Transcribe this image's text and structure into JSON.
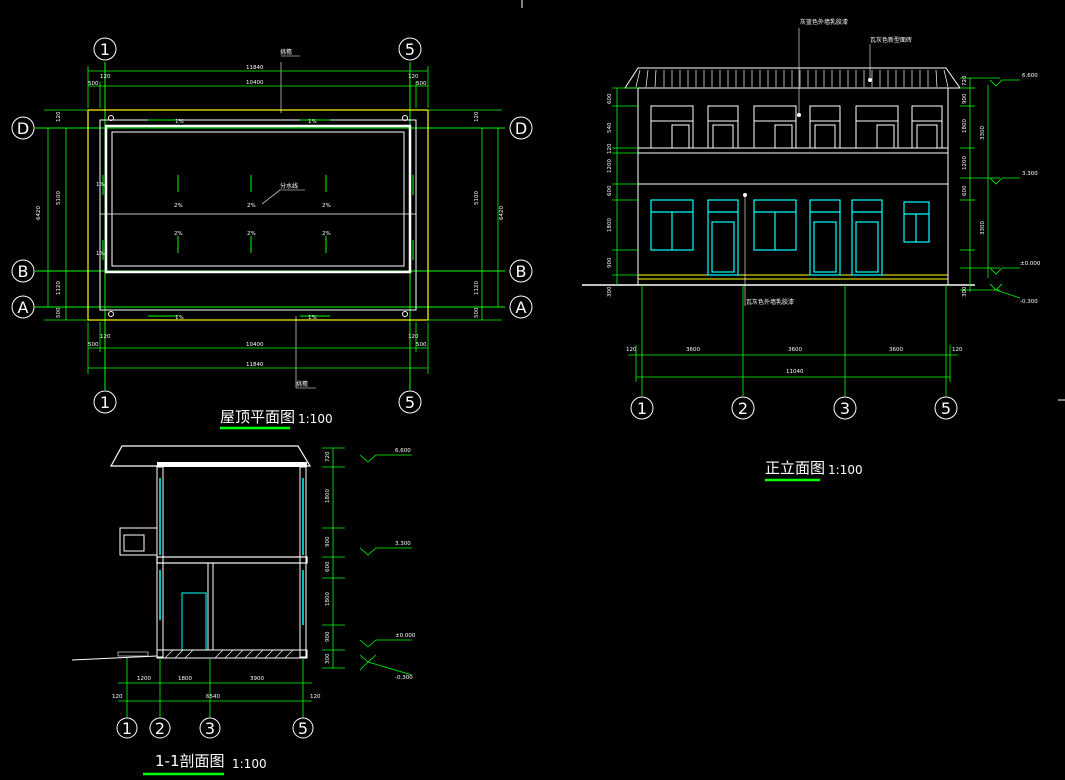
{
  "roof_plan": {
    "title": "屋顶平面图",
    "scale": "1:100",
    "axes_top": [
      "1",
      "5"
    ],
    "axes_bottom": [
      "1",
      "5"
    ],
    "axes_left": [
      "D",
      "B",
      "A"
    ],
    "axes_right": [
      "D",
      "B",
      "A"
    ],
    "top_dims": [
      "11840",
      "10400",
      "120",
      "120",
      "500",
      "500"
    ],
    "bottom_dims": [
      "10400",
      "11840",
      "120",
      "120",
      "500",
      "500"
    ],
    "left_dims": [
      "6420",
      "5100",
      "1120",
      "120",
      "500"
    ],
    "right_dims": [
      "6420",
      "5100",
      "1120",
      "120",
      "500"
    ],
    "slopes": [
      "1%",
      "1%",
      "1%",
      "1%",
      "1%",
      "1%",
      "2%",
      "2%",
      "2%",
      "2%",
      "2%",
      "2%"
    ],
    "label_top": "挑檐",
    "label_bottom": "挑檐",
    "ridge_label": "分水线"
  },
  "front_elevation": {
    "title": "正立面图",
    "scale": "1:100",
    "axes": [
      "1",
      "2",
      "3",
      "5"
    ],
    "notes": [
      "灰蓝色外墙乳胶漆",
      "瓦灰色新型面砖",
      "瓦灰色外墙乳胶漆"
    ],
    "levels": [
      "6.600",
      "3.300",
      "±0.000",
      "-0.300"
    ],
    "bottom_dims": [
      "3600",
      "3600",
      "3600",
      "120",
      "120"
    ],
    "total": "11040",
    "side_dims": [
      "600",
      "540",
      "600",
      "1200",
      "1800",
      "900",
      "300",
      "120"
    ],
    "right_dims": [
      "720",
      "900",
      "1800",
      "600",
      "1200",
      "3300",
      "3300",
      "300"
    ]
  },
  "section": {
    "title": "1-1剖面图",
    "scale": "1:100",
    "axes": [
      "1",
      "2",
      "3",
      "5"
    ],
    "levels": [
      "6.600",
      "3.300",
      "±0.000",
      "-0.300"
    ],
    "dims": [
      "1200",
      "1800",
      "3900",
      "6540",
      "120",
      "120"
    ],
    "right_dims": [
      "720",
      "1800",
      "900",
      "600",
      "1800",
      "900",
      "300"
    ]
  },
  "colors": {
    "green": "#00ff00",
    "white": "#ffffff",
    "yellow": "#ffff00",
    "cyan": "#00ffff",
    "background": "#000000"
  }
}
